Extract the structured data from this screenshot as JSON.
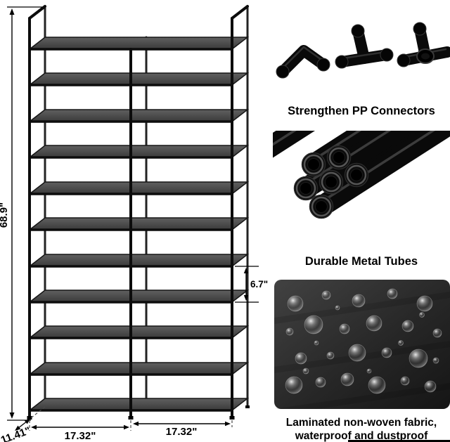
{
  "diagram": {
    "height_label": "68.9\"",
    "tier_height_label": "6.7\"",
    "depth_label": "11.41\"",
    "width_left_label": "17.32\"",
    "width_right_label": "17.32\""
  },
  "features": [
    {
      "caption": "Strengthen PP Connectors"
    },
    {
      "caption": "Durable Metal Tubes"
    },
    {
      "caption": "Laminated non-woven fabric, waterproof and dustproof"
    }
  ]
}
